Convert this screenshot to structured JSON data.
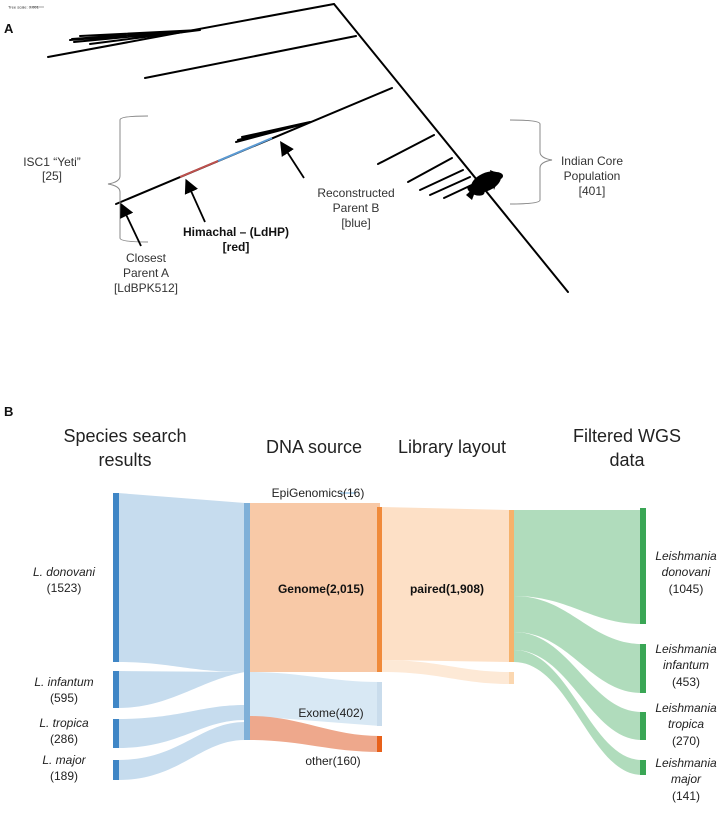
{
  "panel_a": {
    "letter": "A",
    "scale_text": "Tree scale: 0.001",
    "isc1_line1": "ISC1 “Yeti”",
    "isc1_line2": "[25]",
    "closest_line1": "Closest",
    "closest_line2": "Parent A",
    "closest_line3": "[LdBPK512]",
    "himachal_line1": "Himachal – (LdHP)",
    "himachal_line2": "[red]",
    "recon_line1": "Reconstructed",
    "recon_line2": "Parent B",
    "recon_line3": "[blue]",
    "indian_line1": "Indian Core",
    "indian_line2": "Population",
    "indian_line3": "[401]",
    "colors": {
      "tree": "#000000",
      "himachal": "#c0504d",
      "parent_b": "#5b9bd5"
    }
  },
  "panel_b": {
    "letter": "B",
    "headers": {
      "species_line1": "Species search",
      "species_line2": "results",
      "dna": "DNA source",
      "library": "Library layout",
      "filtered_line1": "Filtered WGS",
      "filtered_line2": "data"
    },
    "species": [
      {
        "name": "L. donovani",
        "count": "(1523)"
      },
      {
        "name": "L. infantum",
        "count": "(595)"
      },
      {
        "name": "L. tropica",
        "count": "(286)"
      },
      {
        "name": "L. major",
        "count": "(189)"
      }
    ],
    "dna_sources": {
      "epigenomics": "EpiGenomics(16)",
      "genome": "Genome(2,015)",
      "exome": "Exome(402)",
      "other": "other(160)"
    },
    "library": {
      "paired": "paired(1,908)"
    },
    "filtered": [
      {
        "genus": "Leishmania",
        "species": "donovani",
        "count": "(1045)"
      },
      {
        "genus": "Leishmania",
        "species": "infantum",
        "count": "(453)"
      },
      {
        "genus": "Leishmania",
        "species": "tropica",
        "count": "(270)"
      },
      {
        "genus": "Leishmania",
        "species": "major",
        "count": "(141)"
      }
    ],
    "colors": {
      "species_bar": "#3f86c6",
      "species_flow": "#c6dcee",
      "genome_flow": "#f8c9a7",
      "genome_node": "#f08a3a",
      "paired_flow": "#fde0c6",
      "paired_node": "#f6b26b",
      "filtered_flow": "#b0dcbc",
      "filtered_node": "#3aa655",
      "other_flow": "#eea88c",
      "other_node": "#e8611a",
      "epigenomics_flow": "#9cc7e8"
    }
  }
}
